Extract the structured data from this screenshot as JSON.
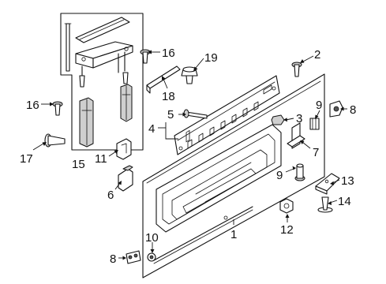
{
  "diagram": {
    "callouts": [
      {
        "id": "c1",
        "label": "1"
      },
      {
        "id": "c2",
        "label": "2"
      },
      {
        "id": "c3",
        "label": "3"
      },
      {
        "id": "c4",
        "label": "4"
      },
      {
        "id": "c5",
        "label": "5"
      },
      {
        "id": "c6",
        "label": "6"
      },
      {
        "id": "c7",
        "label": "7"
      },
      {
        "id": "c8a",
        "label": "8"
      },
      {
        "id": "c8b",
        "label": "8"
      },
      {
        "id": "c9a",
        "label": "9"
      },
      {
        "id": "c9b",
        "label": "9"
      },
      {
        "id": "c10",
        "label": "10"
      },
      {
        "id": "c11",
        "label": "11"
      },
      {
        "id": "c12",
        "label": "12"
      },
      {
        "id": "c13",
        "label": "13"
      },
      {
        "id": "c14",
        "label": "14"
      },
      {
        "id": "c15",
        "label": "15"
      },
      {
        "id": "c16a",
        "label": "16"
      },
      {
        "id": "c16b",
        "label": "16"
      },
      {
        "id": "c17",
        "label": "17"
      },
      {
        "id": "c18",
        "label": "18"
      },
      {
        "id": "c19",
        "label": "19"
      }
    ]
  }
}
